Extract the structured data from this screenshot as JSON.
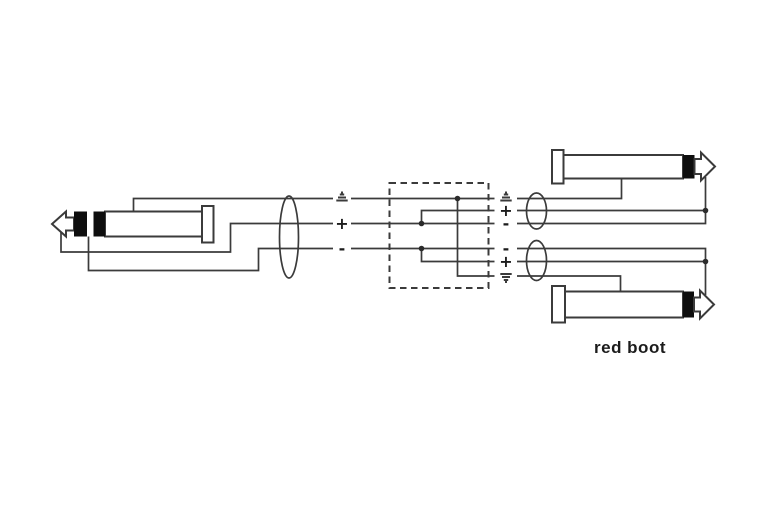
{
  "diagram_label": "red boot",
  "colors": {
    "line": "#3b3b3b",
    "contact_band": "#0e0e0e",
    "background": "#ffffff",
    "label_text": "#1c1c1c"
  },
  "symbols": {
    "plus": "+",
    "minus": "-",
    "ground_icon": "earth-ground-icon"
  },
  "columns": {
    "cable_breakout": [
      "ground",
      "plus",
      "minus"
    ],
    "top_plug_breakout": [
      "ground",
      "plus",
      "minus"
    ],
    "bottom_plug_breakout": [
      "minus",
      "plus",
      "ground"
    ]
  },
  "connectors": {
    "left": "stereo-jack-plug",
    "right_top": "mono-jack-plug",
    "right_bottom": "mono-jack-plug"
  }
}
